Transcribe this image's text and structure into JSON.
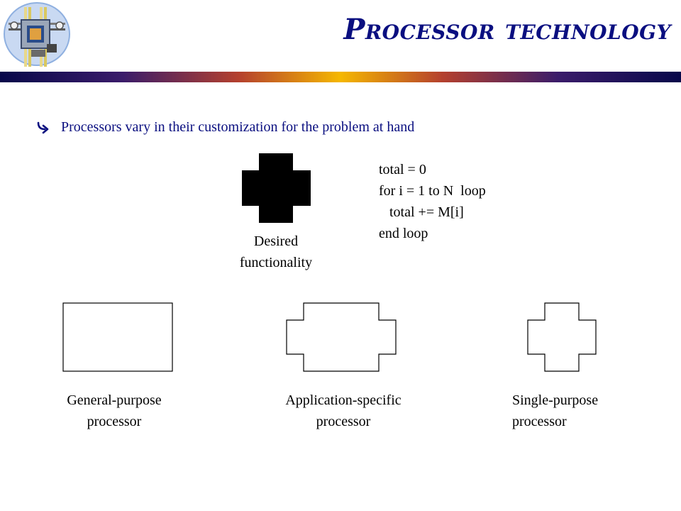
{
  "title": "Processor technology",
  "bullet": {
    "icon": "curved-arrow-bullet-icon",
    "text": "Processors vary in their customization for the problem at hand"
  },
  "code": {
    "lines": [
      "total = 0",
      "for i = 1 to N  loop",
      "   total += M[i]",
      "end loop"
    ]
  },
  "desired": {
    "line1": "Desired",
    "line2": "functionality"
  },
  "processors": [
    {
      "line1": "General-purpose",
      "line2": "processor"
    },
    {
      "line1": "Application-specific",
      "line2": "processor"
    },
    {
      "line1": "Single-purpose",
      "line2": "processor"
    }
  ],
  "colors": {
    "title": "#0a0f80",
    "bullet_text": "#0a0f80",
    "bar_center": "#f5b700",
    "bar_edge": "#08084a"
  }
}
